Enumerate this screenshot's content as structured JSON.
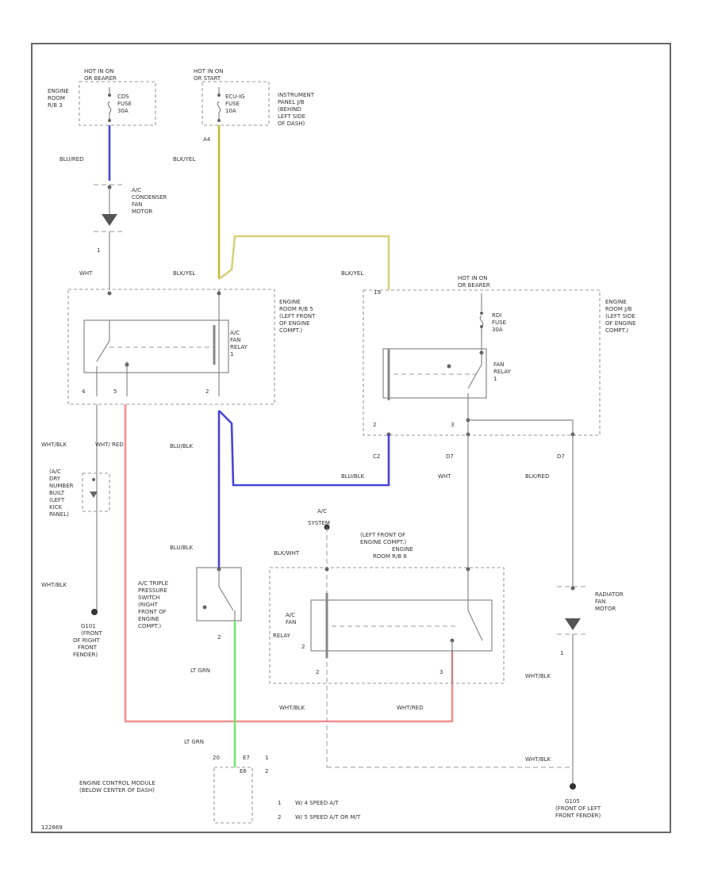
{
  "colors": {
    "blue": "#4545d8",
    "olive": "#bdbd3a",
    "yellow": "#d9d07a",
    "red": "#f09090",
    "green": "#6fe86f",
    "grey": "#888888"
  },
  "fuses": {
    "cdsf": [
      "HOT IN ON",
      "OR BEARER",
      "CDS",
      "FUSE",
      "30A"
    ],
    "ecu_ig": [
      "HOT IN ON",
      "OR START",
      "ECU-IG",
      "FUSE",
      "10A"
    ],
    "rdi": [
      "HOT IN ON",
      "OR BEARER",
      "RDI",
      "FUSE",
      "30A"
    ]
  },
  "locations": {
    "engine_room_rb3": [
      "ENGINE",
      "ROOM",
      "R/B 3"
    ],
    "instrument_panel_jb": [
      "INSTRUMENT",
      "PANEL J/B",
      "(BEHIND",
      "LEFT SIDE",
      "OF DASH)"
    ],
    "engine_room_rb5": [
      "ENGINE",
      "ROOM R/B 5",
      "(LEFT FRONT",
      "OF ENGINE",
      "COMPT.)"
    ],
    "engine_room_jb": [
      "ENGINE",
      "ROOM J/B",
      "(LEFT SIDE",
      "OF ENGINE",
      "COMPT.)"
    ],
    "engine_room_rb6": [
      "(LEFT FRONT OF",
      "ENGINE COMPT.)",
      "ENGINE",
      "ROOM R/B 6"
    ]
  },
  "components": {
    "condenser_fan_motor": [
      "A/C",
      "CONDENSER",
      "FAN",
      "MOTOR"
    ],
    "ac_fan_relay_1": [
      "A/C",
      "FAN",
      "RELAY",
      "1"
    ],
    "fan_relay_1": [
      "FAN",
      "RELAY",
      "1"
    ],
    "ac_fan_relay_2": [
      "A/C",
      "FAN",
      "RELAY",
      "2"
    ],
    "triple_switch": [
      "A/C TRIPLE",
      "PRESSURE",
      "SWITCH",
      "(RIGHT",
      "FRONT OF",
      "ENGINE",
      "COMPT.)"
    ],
    "ac_sw": [
      "A/C",
      "SYSTEM"
    ],
    "diode": [
      "(A/C",
      "DRY",
      "NUMBER",
      "BUILT",
      "(LEFT",
      "KICK",
      "PANEL)"
    ],
    "radiator_fan_motor": [
      "RADIATOR",
      "FAN",
      "MOTOR"
    ],
    "ecm": [
      "ENGINE CONTROL MODULE",
      "(BELOW CENTER OF DASH)"
    ]
  },
  "grounds": {
    "g_right": [
      "G101",
      "(FRONT",
      "OF RIGHT",
      "FRONT",
      "FENDER)"
    ],
    "g_left": [
      "G105",
      "(FRONT OF LEFT",
      "FRONT FENDER)"
    ]
  },
  "wires": {
    "blu_red": "BLU/RED",
    "blk_yel": "BLK/YEL",
    "wht": "WHT",
    "wht_blk": "WHT/BLK",
    "wht_red": "WHT/ RED",
    "wht_red2": "WHT/RED",
    "blu_blk": "BLU/BLK",
    "blk_red": "BLK/RED",
    "blk_wht": "BLK/WHT",
    "lt_grn": "LT GRN"
  },
  "pins": {
    "a4": "A4",
    "c2": "C2",
    "d7": "D7",
    "d7b": "D7",
    "e7": "E7",
    "e6": "E6",
    "p1": "1",
    "p2": "2",
    "p3": "3",
    "p4": "4",
    "p5": "5",
    "p19": "19",
    "p20": "20"
  },
  "notes": {
    "n1": "W/ 4 SPEED A/T",
    "n2": "W/ 5 SPEED A/T OR M/T",
    "code": "122869"
  }
}
